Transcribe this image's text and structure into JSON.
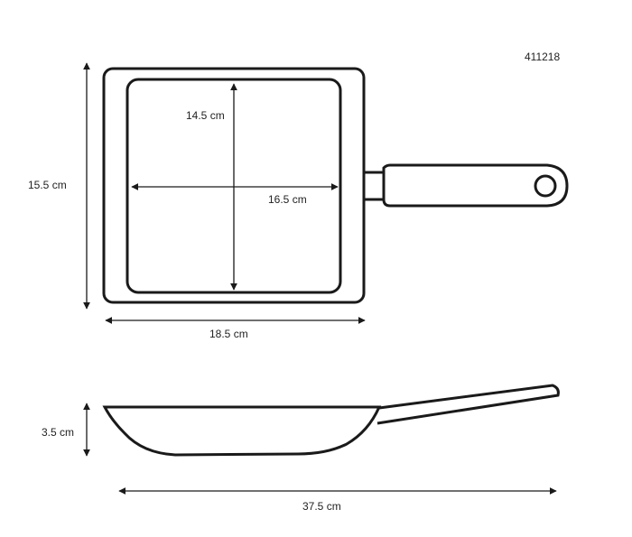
{
  "product_code": "411218",
  "dimensions": {
    "top_height": "15.5 cm",
    "top_width": "18.5 cm",
    "inner_height": "14.5 cm",
    "inner_width": "16.5 cm",
    "side_height": "3.5 cm",
    "total_length": "37.5 cm"
  },
  "colors": {
    "line": "#1a1a1a",
    "text": "#222222",
    "background": "#ffffff"
  }
}
